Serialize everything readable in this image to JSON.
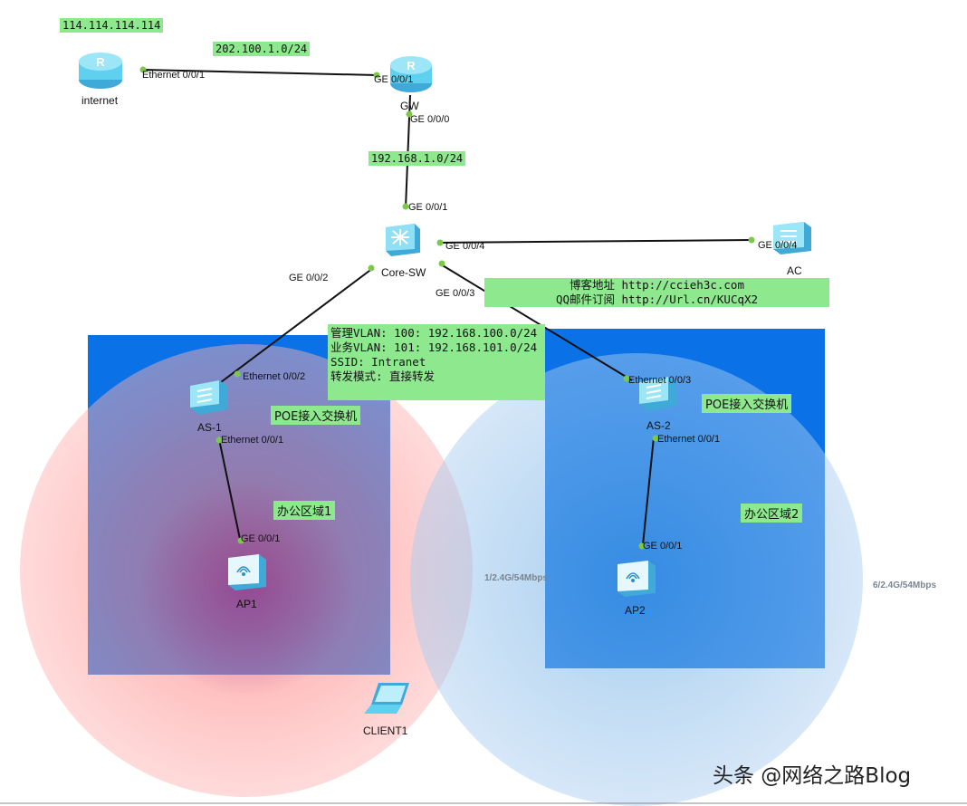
{
  "devices": {
    "internet": {
      "name": "internet",
      "icon": "router-icon"
    },
    "gw": {
      "name": "GW",
      "icon": "router-icon"
    },
    "core_sw": {
      "name": "Core-SW",
      "icon": "core-switch-icon"
    },
    "ac": {
      "name": "AC",
      "icon": "access-controller-icon"
    },
    "as1": {
      "name": "AS-1",
      "icon": "switch-icon"
    },
    "as2": {
      "name": "AS-2",
      "icon": "switch-icon"
    },
    "ap1": {
      "name": "AP1",
      "icon": "access-point-icon"
    },
    "ap2": {
      "name": "AP2",
      "icon": "access-point-icon"
    },
    "client1": {
      "name": "CLIENT1",
      "icon": "laptop-icon"
    }
  },
  "ports": {
    "internet_eth001": "Ethernet 0/0/1",
    "gw_ge001": "GE 0/0/1",
    "gw_ge000": "GE 0/0/0",
    "core_ge001": "GE 0/0/1",
    "core_ge004": "GE 0/0/4",
    "ac_ge004": "GE 0/0/4",
    "core_ge002": "GE 0/0/2",
    "core_ge003": "GE 0/0/3",
    "as1_eth002": "Ethernet 0/0/2",
    "as1_eth001": "Ethernet 0/0/1",
    "as2_eth003": "Ethernet 0/0/3",
    "as2_eth001": "Ethernet 0/0/1",
    "ap1_ge001": "GE 0/0/1",
    "ap2_ge001": "GE 0/0/1"
  },
  "tags": {
    "internet_ip": "114.114.114.114",
    "wan_net": "202.100.1.0/24",
    "lan_net": "192.168.1.0/24",
    "poe_switch_1": "POE接入交换机",
    "poe_switch_2": "POE接入交换机",
    "office_1": "办公区域1",
    "office_2": "办公区域2"
  },
  "info": {
    "line1": "管理VLAN: 100: 192.168.100.0/24",
    "line2": "业务VLAN: 101: 192.168.101.0/24",
    "line3": "SSID: Intranet",
    "line4": "转发模式: 直接转发"
  },
  "blog": {
    "line1": "博客地址 http://ccieh3c.com",
    "line2": "QQ邮件订阅 http://Url.cn/KUCqX2"
  },
  "rates": {
    "ap1": "1/2.4G/54Mbps",
    "ap2": "6/2.4G/54Mbps"
  },
  "watermark": "头条 @网络之路Blog",
  "colors": {
    "tag_green": "#8ee88e",
    "area_blue": "#0a72e6",
    "coverage_red": "#ff7a7a",
    "coverage_blue": "#7fb6e6",
    "device_cyan": "#5fd0ef"
  }
}
